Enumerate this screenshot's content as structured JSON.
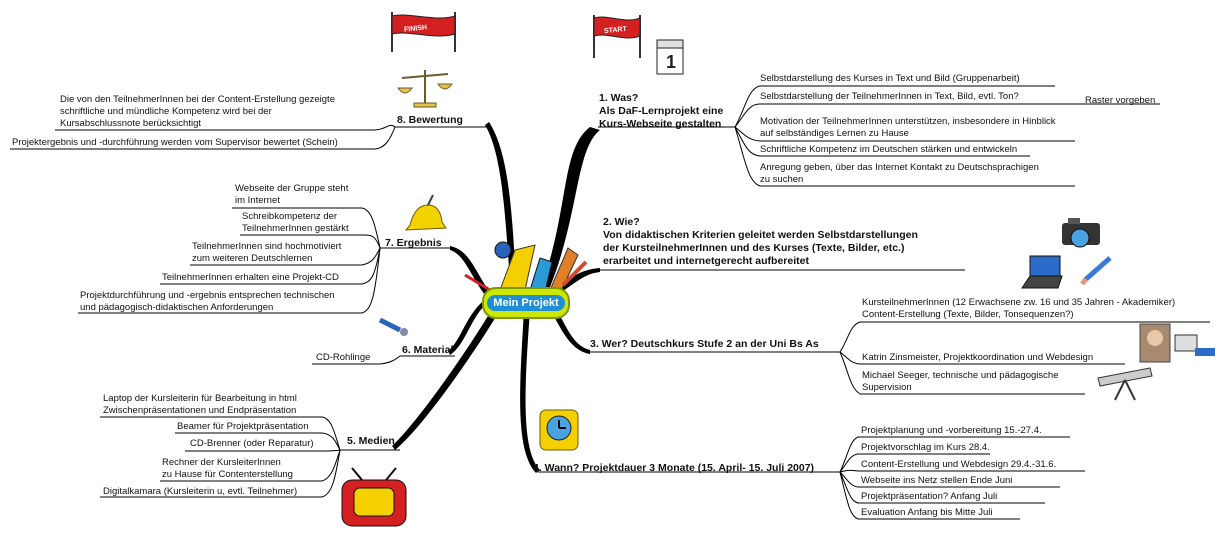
{
  "center": "Mein Projekt",
  "finish_label": "FINISH",
  "start_label": "START",
  "calendar_day": "1",
  "branches": {
    "was": {
      "title": "1. Was?\nAls DaF-Lernprojekt eine\nKurs-Webseite gestalten",
      "items": [
        "Selbstdarstellung des Kurses in Text und Bild (Gruppenarbeit)",
        "Selbstdarstellung der TeilnehmerInnen in Text, Bild, evtl. Ton?",
        "Motivation der TeilnehmerInnen unterstützen, insbesondere in Hinblick\nauf selbständiges Lernen zu Hause",
        "Schriftliche Kompetenz im Deutschen stärken und entwickeln",
        "Anregung geben, über das Internet Kontakt zu Deutschsprachigen\nzu suchen"
      ],
      "sub": "Raster vorgeben"
    },
    "wie": {
      "title": "2. Wie?\nVon didaktischen Kriterien geleitet werden Selbstdarstellungen\nder KursteilnehmerInnen und des Kurses (Texte, Bilder, etc.)\nerarbeitet und internetgerecht aufbereitet"
    },
    "wer": {
      "title": "3. Wer? Deutschkurs Stufe 2 an der Uni Bs As",
      "items": [
        "KursteilnehmerInnen (12 Erwachsene zw. 16 und 35 Jahren - Akademiker)\nContent-Erstellung (Texte, Bilder, Tonsequenzen?)",
        "Katrin Zinsmeister, Projektkoordination und Webdesign",
        "Michael Seeger, technische und pädagogische\nSupervision"
      ]
    },
    "wann": {
      "title": "4. Wann? Projektdauer 3 Monate (15. April- 15. Juli 2007)",
      "items": [
        "Projektplanung und -vorbereitung 15.-27.4.",
        "Projektvorschlag im Kurs 28.4.",
        "Content-Erstellung und Webdesign 29.4.-31.6.",
        "Webseite ins Netz stellen Ende Juni",
        "Projektpräsentation? Anfang Juli",
        "Evaluation Anfang bis Mitte Juli"
      ]
    },
    "medien": {
      "title": "5. Medien",
      "items": [
        "Laptop der Kursleiterin für Bearbeitung in html\nZwischenpräsentationen und Endpräsentation",
        "Beamer für Projektpräsentation",
        "CD-Brenner (oder Reparatur)",
        "Rechner der KursleiterInnen\nzu Hause für Contenterstellung",
        "Digitalkamara (Kursleiterin u, evtl. Teilnehmer)"
      ]
    },
    "material": {
      "title": "6. Material",
      "items": [
        "CD-Rohlinge"
      ]
    },
    "ergebnis": {
      "title": "7. Ergebnis",
      "items": [
        "Webseite der Gruppe steht\nim Internet",
        "Schreibkompetenz der\nTeilnehmerInnen gestärkt",
        "TeilnehmerInnen sind hochmotiviert\nzum weiteren Deutschlernen",
        "TeilnehmerInnen erhalten eine Projekt-CD",
        "Projektdurchführung und -ergebnis entsprechen technischen\nund pädagogisch-didaktischen Anforderungen"
      ]
    },
    "bewertung": {
      "title": "8. Bewertung",
      "items": [
        "Die von den TeilnehmerInnen bei der Content-Erstellung gezeigte\nschriftliche und mündliche Kompetenz wird bei der\nKursabschlussnote berücksichtigt",
        "Projektergebnis und -durchführung werden vom Supervisor bewertet (Schein)"
      ]
    }
  },
  "colors": {
    "center_fill": "#cfe600",
    "center_label": "#1e8fd6",
    "flag": "#d42020",
    "branch": "#000000"
  }
}
